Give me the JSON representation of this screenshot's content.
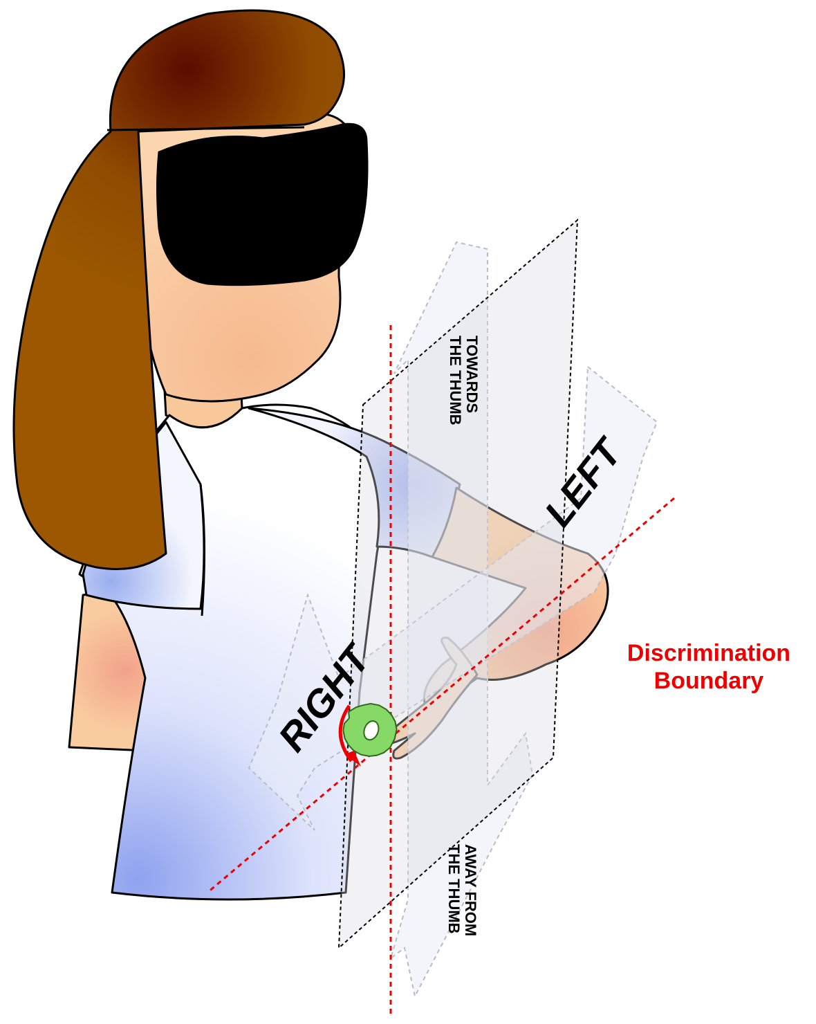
{
  "labels": {
    "left": "LEFT",
    "right": "RIGHT",
    "towards_line1": "TOWARDS",
    "towards_line2": "THE THUMB",
    "away_line1": "AWAY FROM",
    "away_line2": "THE THUMB",
    "boundary_line1": "Discrimination",
    "boundary_line2": "Boundary"
  },
  "colors": {
    "boundary": "#ee0000",
    "hair": "#9a5400",
    "skin": "#f8c79a",
    "knob": "#a6f08a"
  },
  "icons": {
    "rotation": "curved-arrow-icon",
    "knob": "gear-knob-icon"
  }
}
